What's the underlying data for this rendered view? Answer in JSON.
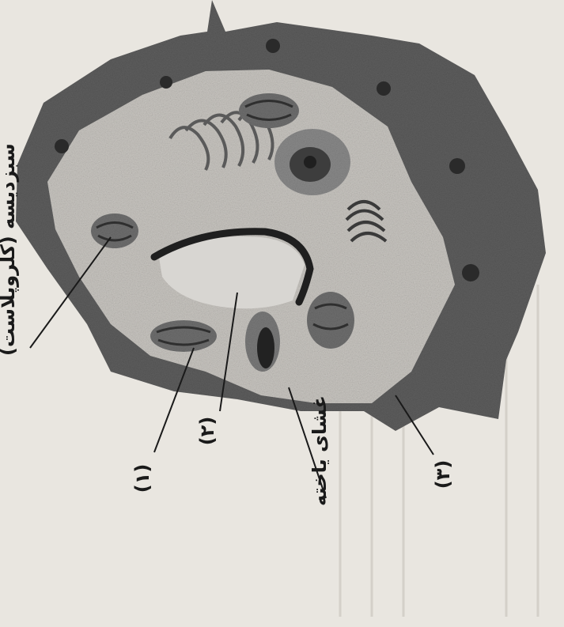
{
  "labels": {
    "chloroplast": "سبزدیسه (کلروپلاست)",
    "part1": "(۱)",
    "part2": "(۲)",
    "cell_membrane": "غشای یاخته",
    "part3": "(۳)"
  },
  "colors": {
    "paper": "#e9e6e0",
    "cell_wall": "#5e5e5e",
    "cytoplasm": "#c9c6c1",
    "vacuole": "#d8d6d2",
    "organelle": "#6f6f6f",
    "ink": "#1a1a1a"
  }
}
